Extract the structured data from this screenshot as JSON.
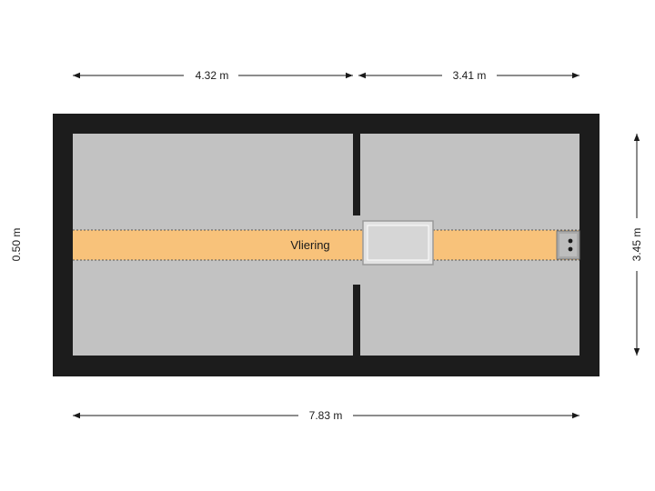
{
  "floorplan": {
    "room_label": "Vliering",
    "dimensions": {
      "top_left": "4.32 m",
      "top_right": "3.41 m",
      "bottom_total": "7.83 m",
      "right_height": "3.45 m",
      "left_height": "0.50 m"
    },
    "colors": {
      "wall": "#1c1c1c",
      "floor": "#c2c2c2",
      "attic_strip": "#f8c27a",
      "hatch": "#dcdcdc",
      "dimension_line": "#1a1a1a"
    },
    "icons": {
      "roof_hatch": "roof-hatch-icon",
      "chimney": "chimney-icon"
    }
  }
}
